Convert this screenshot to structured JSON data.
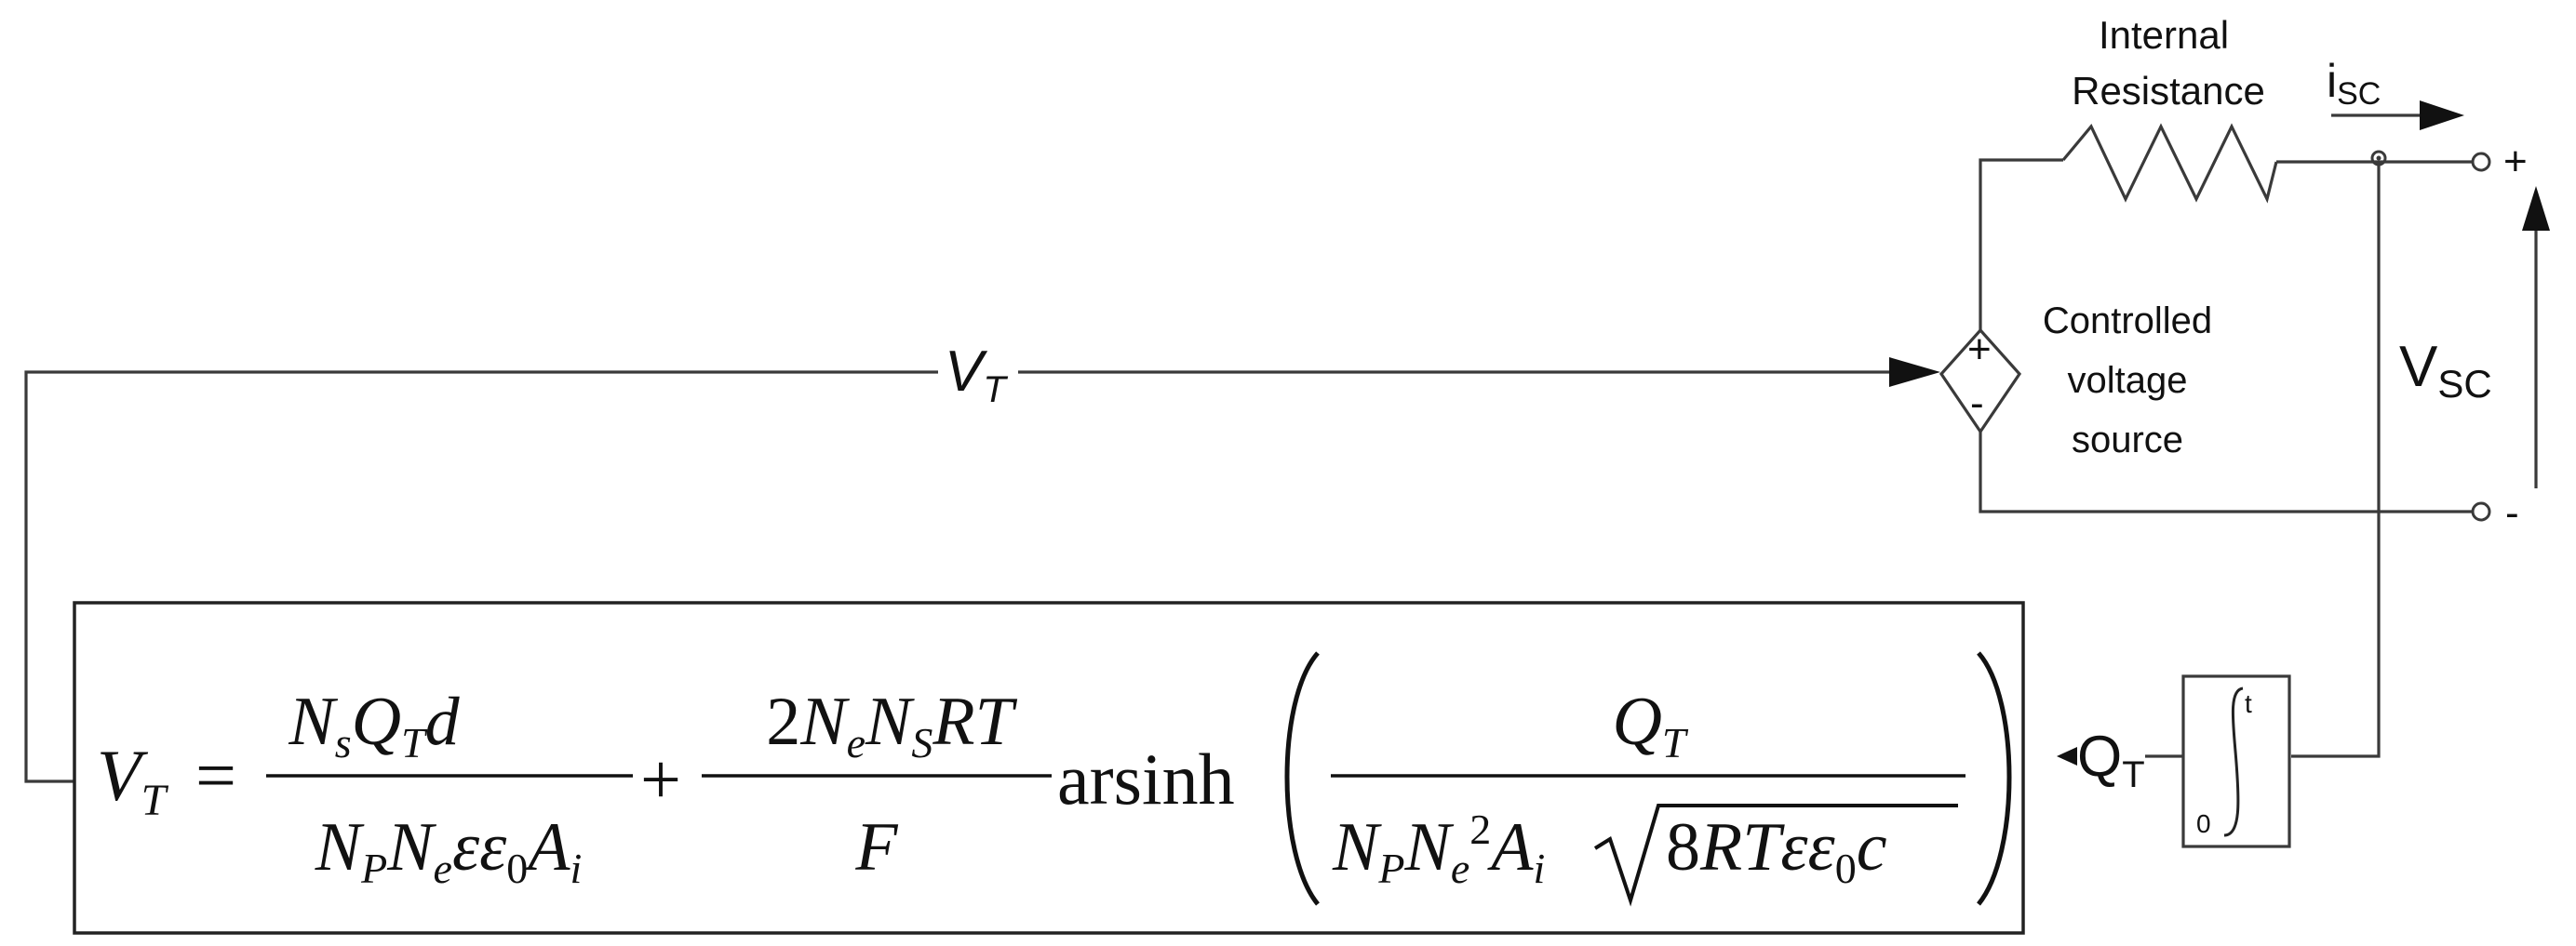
{
  "resistor": {
    "label_line1": "Internal",
    "label_line2": "Resistance"
  },
  "current": {
    "symbol": "i",
    "subscript": "SC"
  },
  "terminals": {
    "plus": "+",
    "minus": "-"
  },
  "voltage": {
    "symbol": "V",
    "subscript": "SC"
  },
  "source": {
    "plus_sign": "+",
    "minus_sign": "-",
    "label_line1": "Controlled",
    "label_line2": "voltage",
    "label_line3": "source"
  },
  "vt_signal": {
    "symbol": "V",
    "subscript": "T"
  },
  "qt_signal": {
    "symbol": "Q",
    "subscript": "T"
  },
  "integrator": {
    "upper_limit": "t",
    "lower_limit": "0",
    "sign": "∫"
  },
  "equation": {
    "lhs": "V",
    "lhs_sub": "T",
    "equals": "=",
    "plus": "+",
    "function": "arsinh",
    "frac1": {
      "num": [
        "N",
        "s",
        "Q",
        "T",
        "d"
      ],
      "den": [
        "N",
        "P",
        "N",
        "e",
        "εε",
        "0",
        "A",
        "i"
      ]
    },
    "frac2": {
      "num_coef": "2",
      "num": [
        "N",
        "e",
        "N",
        "S",
        "RT"
      ],
      "den": "F"
    },
    "frac3": {
      "num": [
        "Q",
        "T"
      ],
      "den": [
        "N",
        "P",
        "N",
        "e",
        "2",
        "A",
        "i"
      ],
      "root": [
        "8",
        "RT",
        "εε",
        "0",
        "c"
      ]
    }
  }
}
